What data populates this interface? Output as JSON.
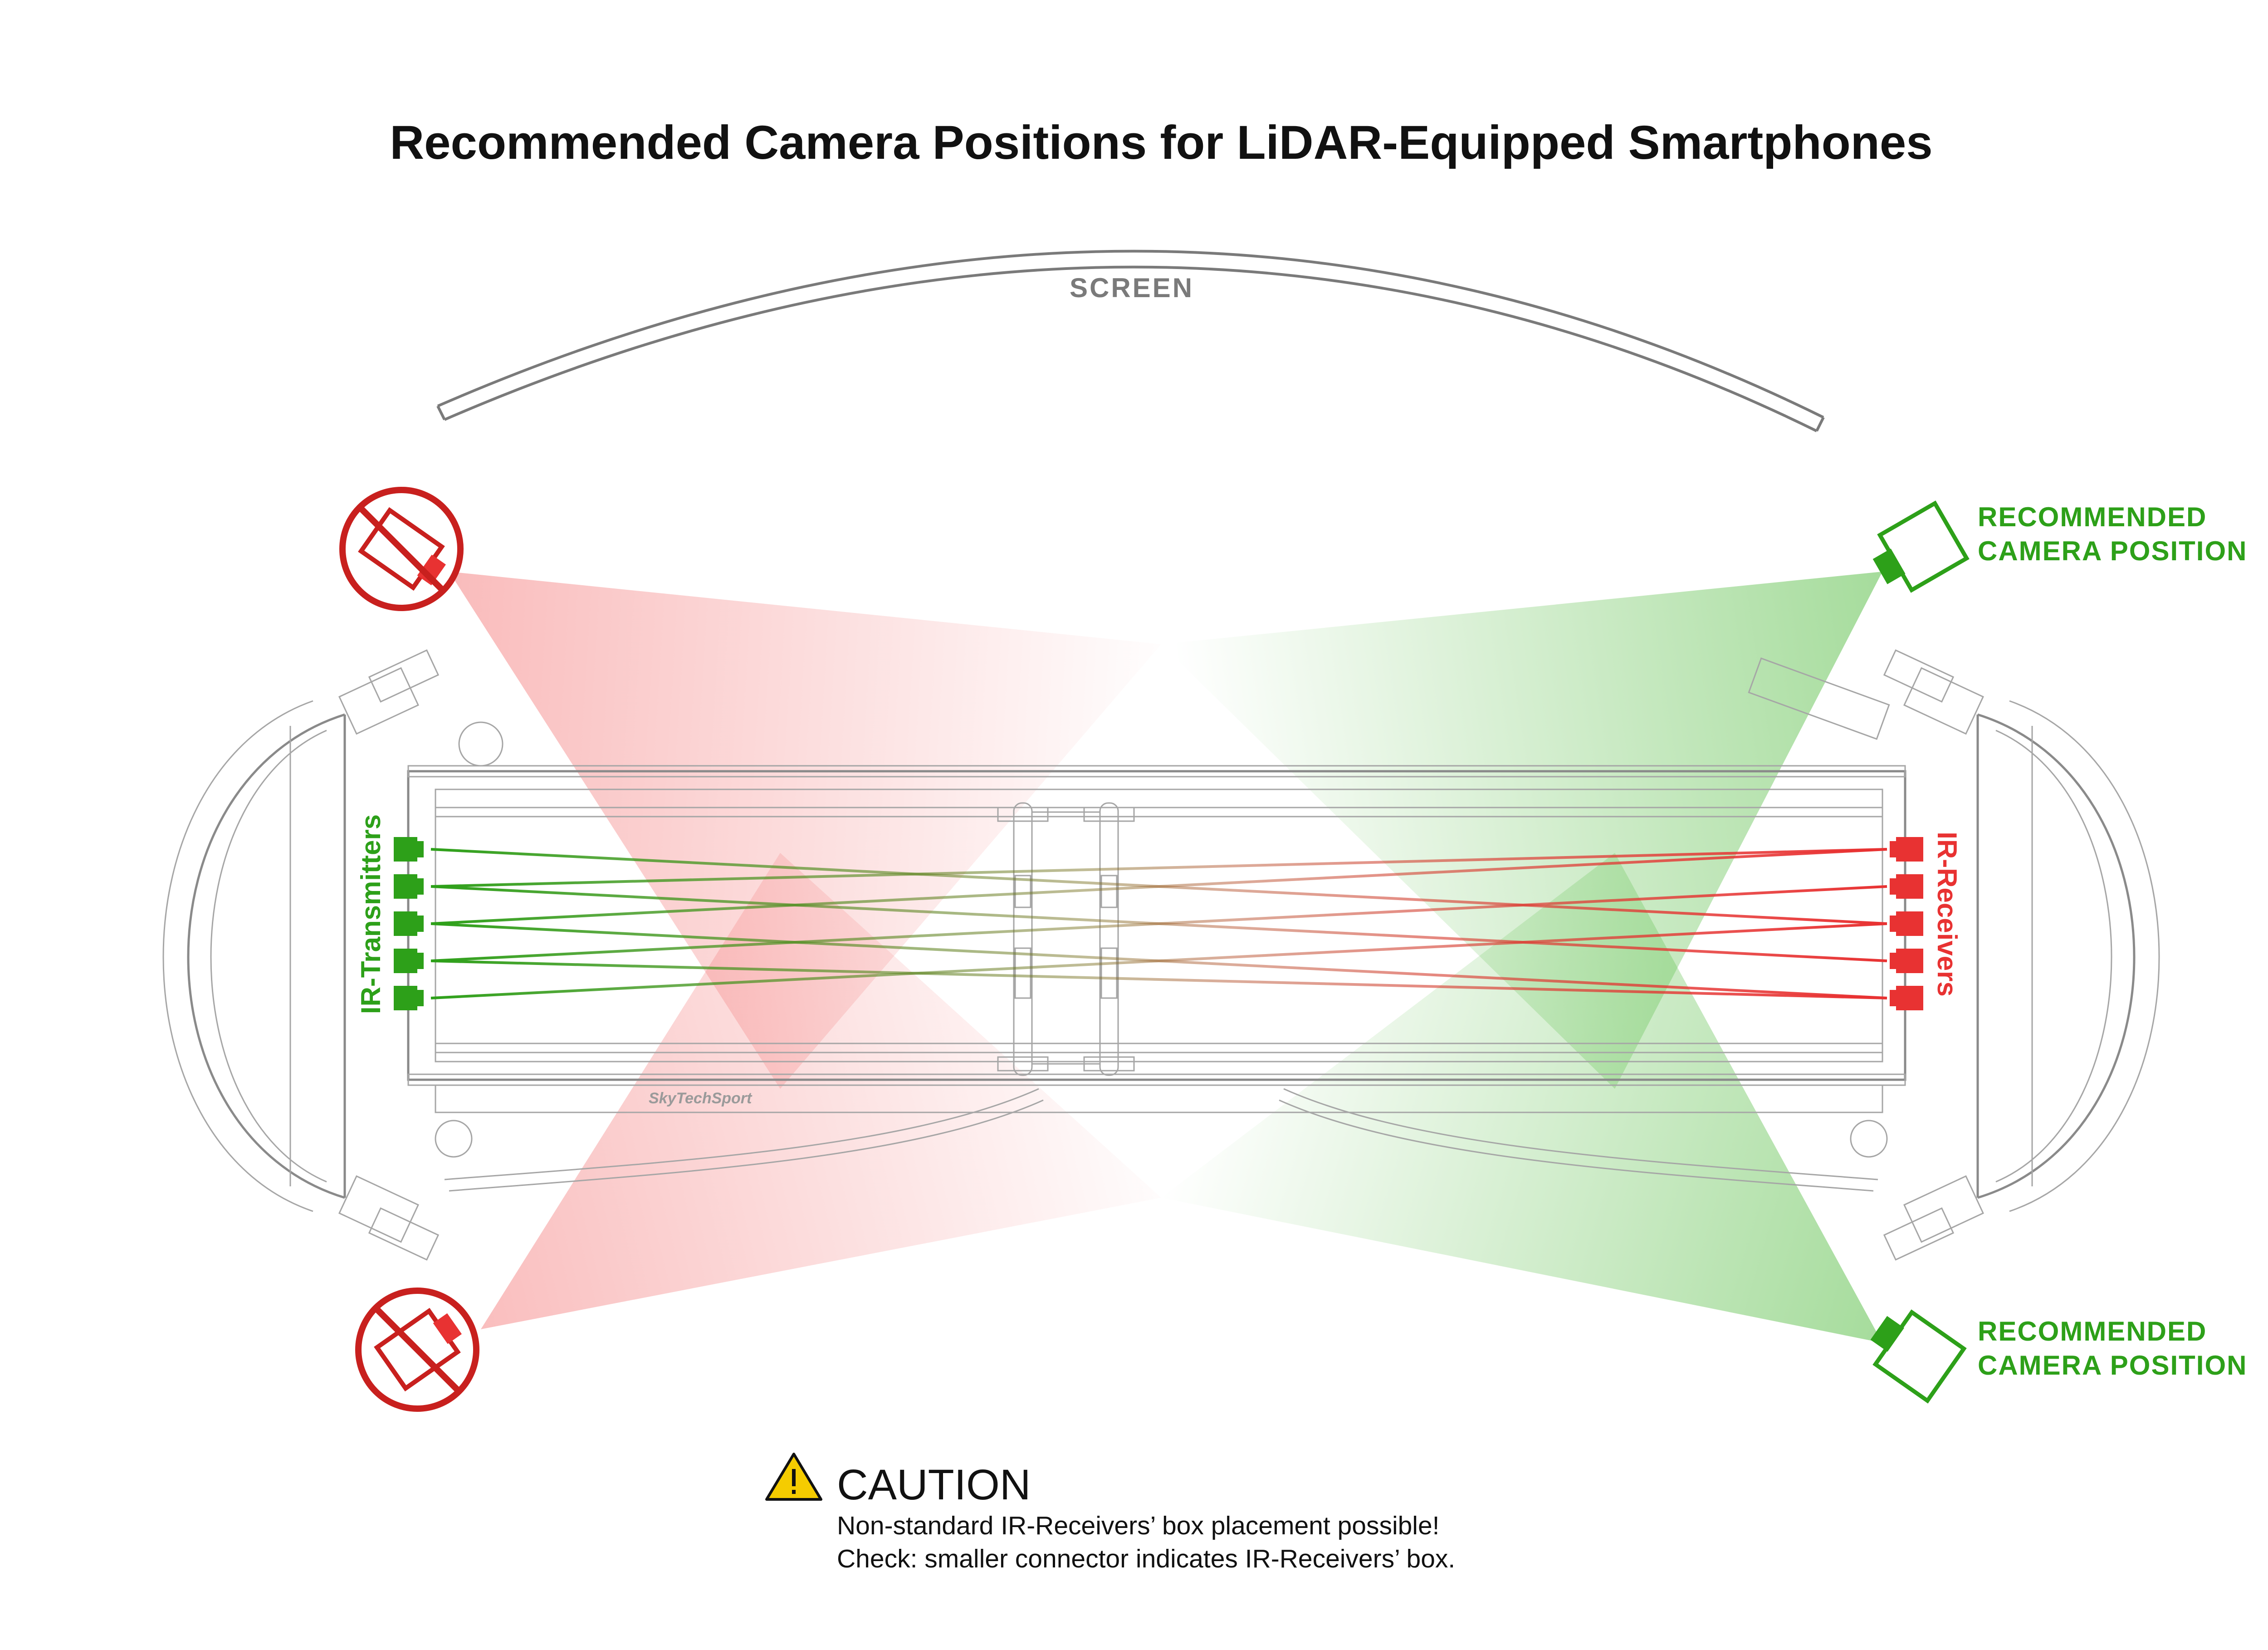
{
  "title": "Recommended Camera Positions for LiDAR-Equipped Smartphones",
  "screen_label": "SCREEN",
  "recommended_label": {
    "line1": "RECOMMENDED",
    "line2": "CAMERA POSITION"
  },
  "transmitters_label": "IR-Transmitters",
  "receivers_label": "IR-Receivers",
  "brand_label": "SkyTechSport",
  "caution": {
    "title": "CAUTION",
    "line1": "Non-standard IR-Receivers’ box placement possible!",
    "line2": "Check: smaller connector indicates IR-Receivers’ box."
  },
  "colors": {
    "recommended": "#2da019",
    "not_recommended": "#c8201e",
    "transmitter": "#2da019",
    "receiver": "#e83232",
    "structure": "#8a8a8a",
    "warning_fill": "#f5cc00"
  },
  "icons": {
    "not_recommended": "prohibited-camera-icon",
    "recommended": "camera-icon",
    "warning": "warning-triangle-icon"
  },
  "transmitter_count": 5,
  "receiver_count": 5
}
